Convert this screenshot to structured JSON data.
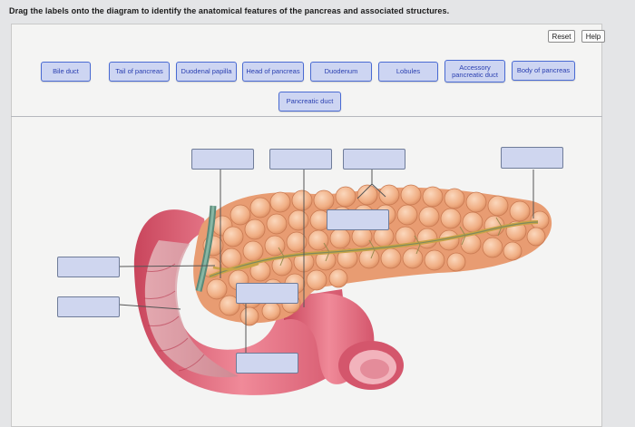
{
  "instructions": "Drag the labels onto the diagram to identify the anatomical features of the pancreas and associated structures.",
  "toolbar": {
    "reset_label": "Reset",
    "help_label": "Help"
  },
  "labels": {
    "bile_duct": "Bile duct",
    "tail_of_pancreas": "Tail of pancreas",
    "duodenal_papilla": "Duodenal papilla",
    "head_of_pancreas": "Head of pancreas",
    "duodenum": "Duodenum",
    "lobules": "Lobules",
    "accessory_pancreatic_duct": "Accessory pancreatic duct",
    "body_of_pancreas": "Body of pancreas",
    "pancreatic_duct": "Pancreatic duct"
  },
  "colors": {
    "chip_fill": "#cdd5f2",
    "chip_border": "#4a6bd3",
    "chip_text": "#2a3fb0",
    "drop_zone_fill": "#cfd6ef",
    "pancreas": "#f3b58e",
    "duodenum": "#e06a7a"
  }
}
